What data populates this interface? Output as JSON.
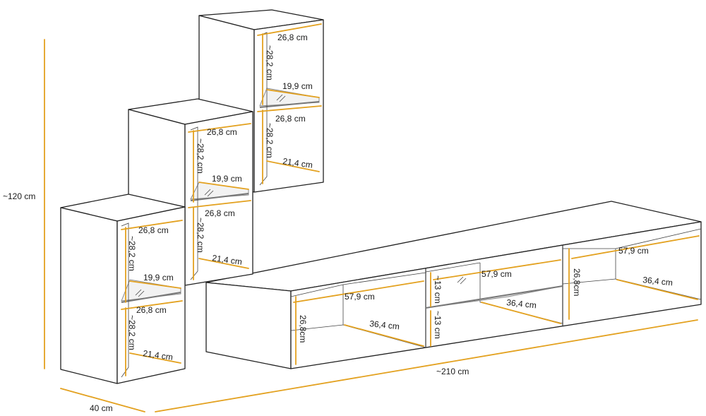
{
  "colors": {
    "dimension": "#e3a11f",
    "outline": "#222222",
    "glass": "#888888",
    "background": "#ffffff"
  },
  "overall": {
    "height": "~120 cm",
    "depth": "40 cm",
    "width": "~210 cm"
  },
  "cabinet_small_left": {
    "inner_width_top": "26,8 cm",
    "inner_height_top": "~28,2 cm",
    "shelf_depth": "19,9 cm",
    "inner_width_bottom": "26,8 cm",
    "inner_height_bottom": "~28,2 cm",
    "inner_depth_bottom": "21,4 cm"
  },
  "cabinet_small_middle": {
    "inner_width_top": "26,8 cm",
    "inner_height_top": "~28,2 cm",
    "shelf_depth": "19,9 cm",
    "inner_width_bottom": "26,8 cm",
    "inner_height_bottom": "~28,2 cm",
    "inner_depth_bottom": "21,4 cm"
  },
  "cabinet_small_right": {
    "inner_width_top": "26,8 cm",
    "inner_height_top": "~28,2 cm",
    "shelf_depth": "19,9 cm",
    "inner_width_bottom": "26,8 cm",
    "inner_height_bottom": "~28,2 cm",
    "inner_depth_bottom": "21,4 cm"
  },
  "tv_stand": {
    "left_height": "26,8cm",
    "left_width": "57,9 cm",
    "left_depth": "36,4 cm",
    "mid_top_height": "~13 cm",
    "mid_bottom_height": "~13 cm",
    "mid_width": "57,9 cm",
    "mid_depth": "36,4 cm",
    "right_height": "26,8cm",
    "right_width": "57,9 cm",
    "right_depth": "36,4 cm"
  }
}
